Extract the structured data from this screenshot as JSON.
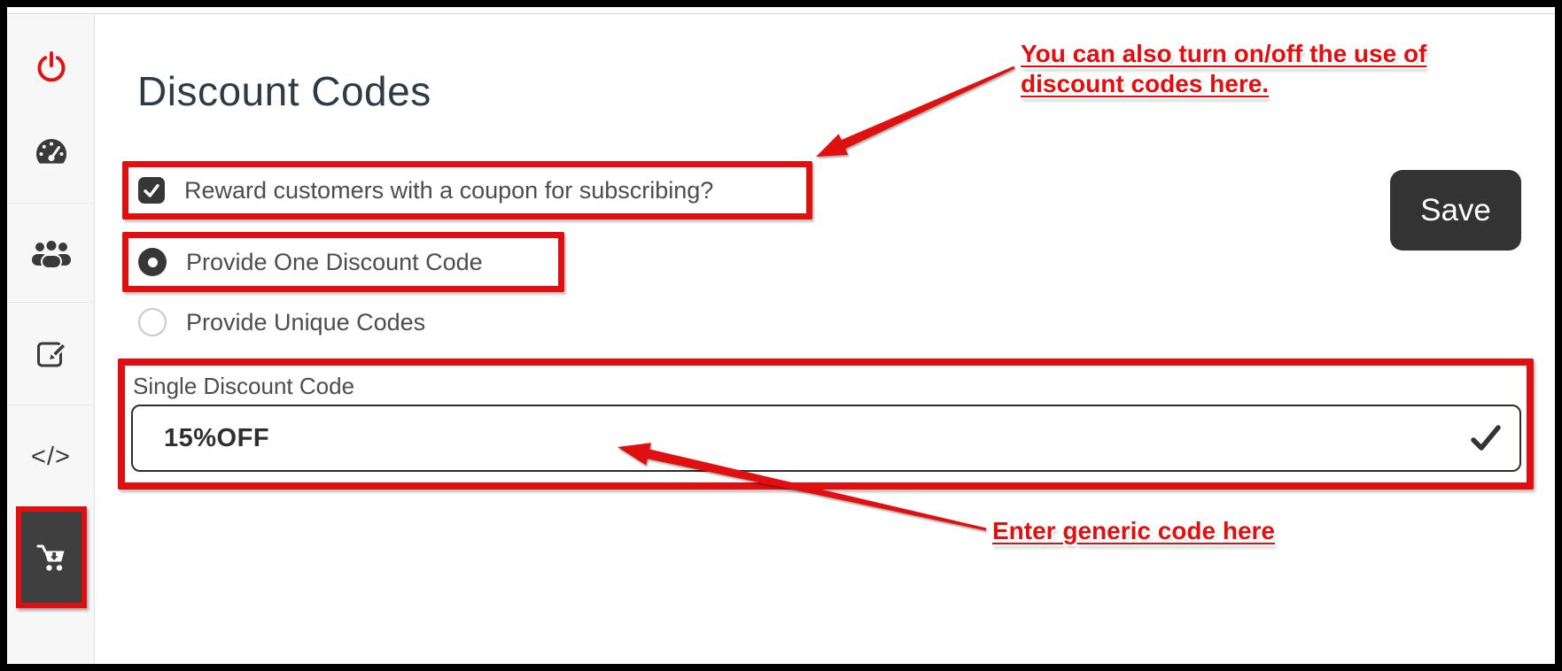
{
  "colors": {
    "highlight_red": "#e10f0f",
    "dark_ui": "#3a3a3a",
    "save_button_bg": "#333333",
    "power_icon_red": "#e11414",
    "sidebar_bg": "#f7f7f7"
  },
  "sidebar": {
    "code_glyph": "</>",
    "items": [
      {
        "id": "power",
        "icon": "power-icon",
        "active": false
      },
      {
        "id": "dashboard",
        "icon": "dashboard-icon",
        "active": false
      },
      {
        "id": "customers",
        "icon": "users-icon",
        "active": false
      },
      {
        "id": "editor",
        "icon": "edit-icon",
        "active": false
      },
      {
        "id": "embed-code",
        "icon": "code-icon",
        "active": false
      },
      {
        "id": "cart",
        "icon": "cart-arrow-down-icon",
        "active": true,
        "highlighted": true
      }
    ]
  },
  "main": {
    "title": "Discount Codes",
    "reward_checkbox": {
      "label": "Reward customers with a coupon for subscribing?",
      "checked": true,
      "highlighted": true
    },
    "radio_one": {
      "label": "Provide One Discount Code",
      "selected": true,
      "highlighted": true
    },
    "radio_unique": {
      "label": "Provide Unique Codes",
      "selected": false,
      "highlighted": false
    },
    "single_code": {
      "label": "Single Discount Code",
      "value": "15%OFF",
      "valid": true,
      "highlighted": true
    },
    "save_button": {
      "label": "Save"
    }
  },
  "annotations": {
    "top_note_line1": "You can also turn on/off the use of",
    "top_note_line2": "discount codes here.",
    "bottom_note": "Enter generic code here"
  }
}
